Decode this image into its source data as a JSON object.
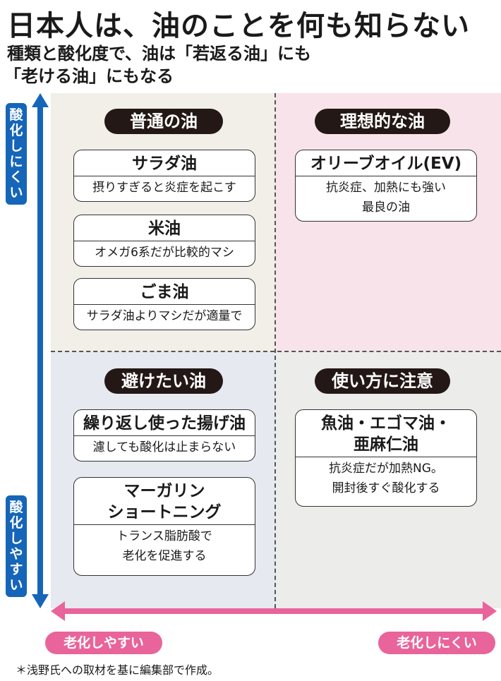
{
  "title": "日本人は、油のことを何も知らない",
  "subtitle_line1": "種類と酸化度で、油は「若返る油」にも",
  "subtitle_line2": "「老ける油」にもなる",
  "axes": {
    "vertical_top": "酸化しにくい",
    "vertical_bottom": "酸化しやすい",
    "horizontal_left": "老化しやすい",
    "horizontal_right": "老化しにくい",
    "vertical_color": "#1565b9",
    "horizontal_color": "#e8649a"
  },
  "quadrants": {
    "top_left": {
      "label": "普通の油",
      "items": [
        {
          "name": "サラダ油",
          "desc": "摂りすぎると炎症を起こす"
        },
        {
          "name": "米油",
          "desc": "オメガ6系だが比較的マシ"
        },
        {
          "name": "ごま油",
          "desc": "サラダ油よりマシだが適量で"
        }
      ]
    },
    "top_right": {
      "label": "理想的な油",
      "items": [
        {
          "name": "オリーブオイル(EV)",
          "desc1": "抗炎症、加熱にも強い",
          "desc2": "最良の油"
        }
      ]
    },
    "bottom_left": {
      "label": "避けたい油",
      "items": [
        {
          "name": "繰り返し使った揚げ油",
          "desc": "濾しても酸化は止まらない"
        },
        {
          "name1": "マーガリン",
          "name2": "ショートニング",
          "desc1": "トランス脂肪酸で",
          "desc2": "老化を促進する"
        }
      ]
    },
    "bottom_right": {
      "label": "使い方に注意",
      "items": [
        {
          "name1": "魚油・エゴマ油・",
          "name2": "亜麻仁油",
          "desc1": "抗炎症だが加熱NG。",
          "desc2": "開封後すぐ酸化する"
        }
      ]
    }
  },
  "note": "＊浅野氏への取材を基に編集部で作成。"
}
